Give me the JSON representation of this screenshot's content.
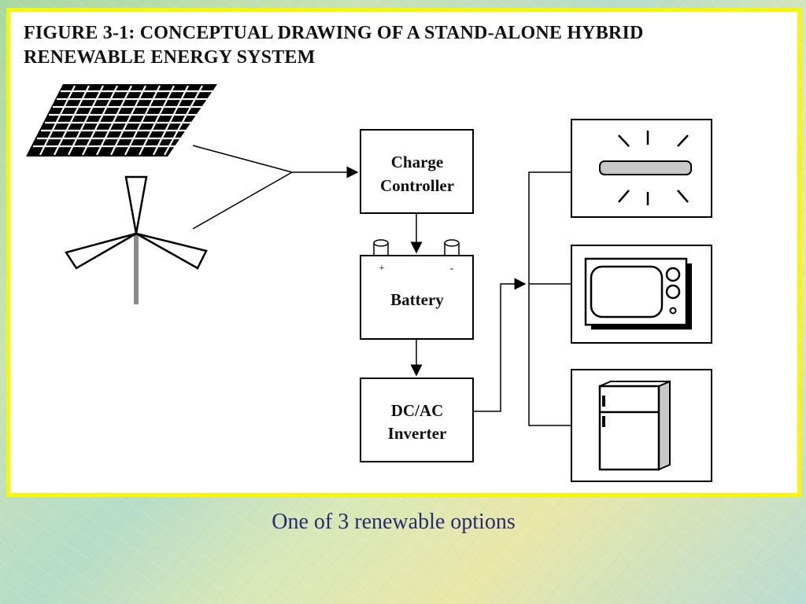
{
  "figure": {
    "title_line1": "FIGURE 3-1: CONCEPTUAL DRAWING OF A STAND-ALONE HYBRID",
    "title_line2": "RENEWABLE ENERGY SYSTEM"
  },
  "nodes": {
    "charge_controller": {
      "line1": "Charge",
      "line2": "Controller"
    },
    "battery": {
      "label": "Battery",
      "positive": "+",
      "negative": "-"
    },
    "inverter": {
      "line1": "DC/AC",
      "line2": "Inverter"
    }
  },
  "icons": {
    "solar": "solar-panel-icon",
    "wind": "wind-turbine-icon",
    "lamp": "light-bulb-icon",
    "tv": "television-icon",
    "fridge": "refrigerator-icon"
  },
  "caption": "One of 3 renewable options",
  "colors": {
    "frame": "#f7f700",
    "caption": "#2a2a70"
  }
}
